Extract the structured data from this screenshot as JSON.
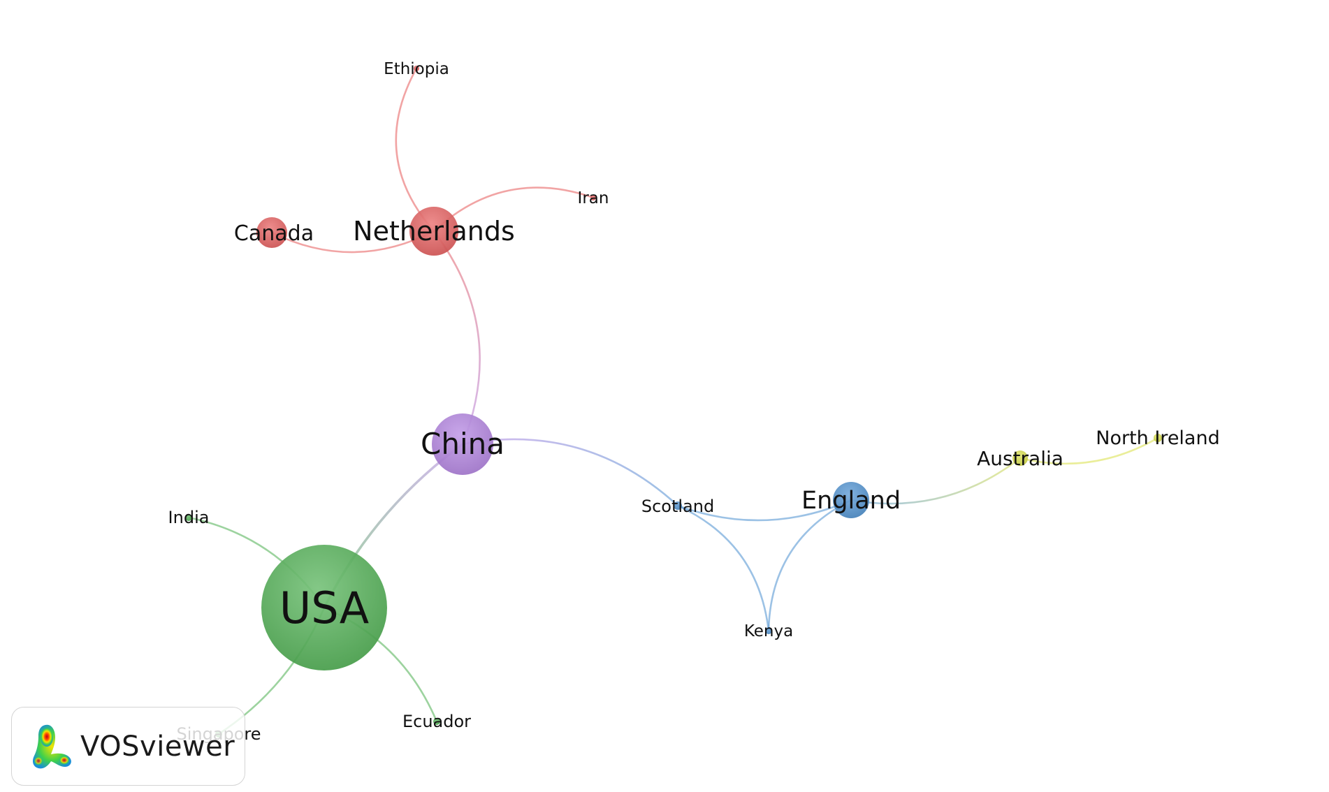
{
  "nodes": [
    {
      "id": "usa",
      "label": "USA",
      "color": "#4caf50"
    },
    {
      "id": "china",
      "label": "China",
      "color": "#b07fe0"
    },
    {
      "id": "netherlands",
      "label": "Netherlands",
      "color": "#e65a5a"
    },
    {
      "id": "canada",
      "label": "Canada",
      "color": "#e65a5a"
    },
    {
      "id": "ethiopia",
      "label": "Ethiopia",
      "color": "#e65a5a"
    },
    {
      "id": "iran",
      "label": "Iran",
      "color": "#e65a5a"
    },
    {
      "id": "england",
      "label": "England",
      "color": "#4a8fd0"
    },
    {
      "id": "scotland",
      "label": "Scotland",
      "color": "#4a8fd0"
    },
    {
      "id": "kenya",
      "label": "Kenya",
      "color": "#4a8fd0"
    },
    {
      "id": "australia",
      "label": "Australia",
      "color": "#d8df45"
    },
    {
      "id": "north_ireland",
      "label": "North Ireland",
      "color": "#d8df45"
    },
    {
      "id": "india",
      "label": "India",
      "color": "#4caf50"
    },
    {
      "id": "ecuador",
      "label": "Ecuador",
      "color": "#4caf50"
    },
    {
      "id": "singapore",
      "label": "Singapore",
      "color": "#4caf50"
    }
  ],
  "links": [
    {
      "source": "netherlands",
      "target": "ethiopia"
    },
    {
      "source": "netherlands",
      "target": "iran"
    },
    {
      "source": "netherlands",
      "target": "canada"
    },
    {
      "source": "netherlands",
      "target": "china"
    },
    {
      "source": "china",
      "target": "usa"
    },
    {
      "source": "china",
      "target": "scotland"
    },
    {
      "source": "scotland",
      "target": "england"
    },
    {
      "source": "scotland",
      "target": "kenya"
    },
    {
      "source": "kenya",
      "target": "england"
    },
    {
      "source": "england",
      "target": "australia"
    },
    {
      "source": "australia",
      "target": "north_ireland"
    },
    {
      "source": "usa",
      "target": "india"
    },
    {
      "source": "usa",
      "target": "ecuador"
    },
    {
      "source": "usa",
      "target": "singapore"
    }
  ],
  "badge": {
    "text": "VOSviewer"
  }
}
